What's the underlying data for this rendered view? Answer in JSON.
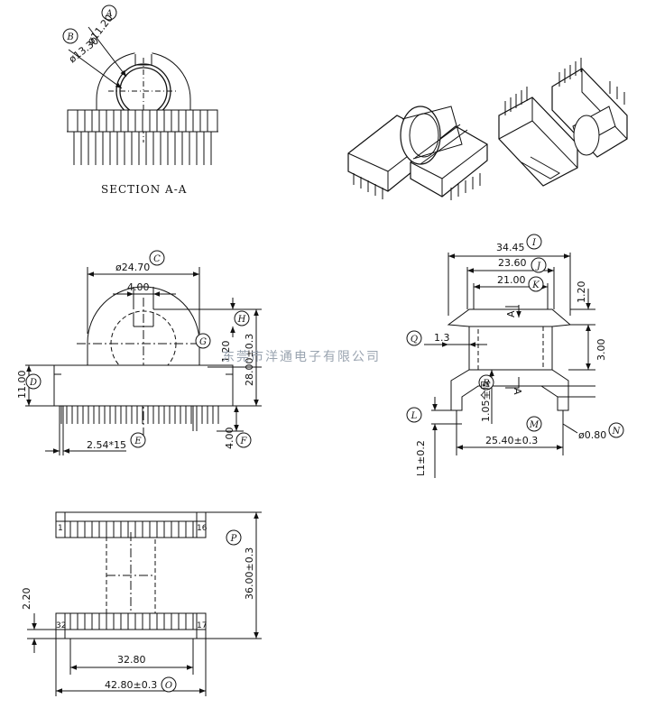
{
  "section": {
    "caption": "SECTION A-A",
    "dia_inner": "ø11.20",
    "dia_outer": "ø13.30",
    "bubble_a": "A",
    "bubble_b": "B"
  },
  "front": {
    "dia_flange": "ø24.70",
    "slot_width": "4.00",
    "top_thickness": "1.20",
    "height_total": "28.00±0.3",
    "base_height": "11.00",
    "pin_pitch": "2.54*15",
    "pin_length": "4.00",
    "bubble_c": "C",
    "bubble_d": "D",
    "bubble_e": "E",
    "bubble_f": "F",
    "bubble_g": "G",
    "bubble_h": "H"
  },
  "side": {
    "width_outer": "34.45",
    "width_mid": "23.60",
    "width_inner": "21.00",
    "flange_thk": "1.20",
    "left_gap": "1.3",
    "right_height": "3.00",
    "wall": "1.05",
    "wall_note": "全周",
    "pin_span": "25.40±0.3",
    "pin_dia": "ø0.80",
    "pin_len": "L1±0.2",
    "section_mark": "A",
    "bubble_i": "I",
    "bubble_j": "J",
    "bubble_k": "K",
    "bubble_l": "L",
    "bubble_m": "M",
    "bubble_n": "N",
    "bubble_q": "Q",
    "bubble_r": "R"
  },
  "top": {
    "length": "36.00±0.3",
    "flange": "2.20",
    "inner_width": "32.80",
    "outer_width": "42.80±0.3",
    "pin1": "1",
    "pin16": "16",
    "pin32": "32",
    "pin17": "17",
    "bubble_o": "O",
    "bubble_p": "P"
  },
  "watermark": "东莞市洋通电子有限公司"
}
